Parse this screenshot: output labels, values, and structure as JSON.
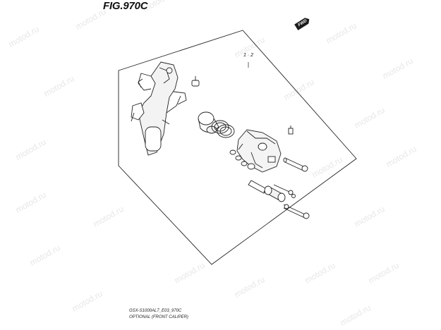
{
  "figure": {
    "title": "FIG.970C",
    "fwd_label": "FWD",
    "ref_label": "1 · 2"
  },
  "watermark": {
    "text": "motod.ru"
  },
  "caption": {
    "line1": "GSX-S1000AL7_E03_970C",
    "line2": "OPTIONAL (FRONT CALIPER)"
  }
}
